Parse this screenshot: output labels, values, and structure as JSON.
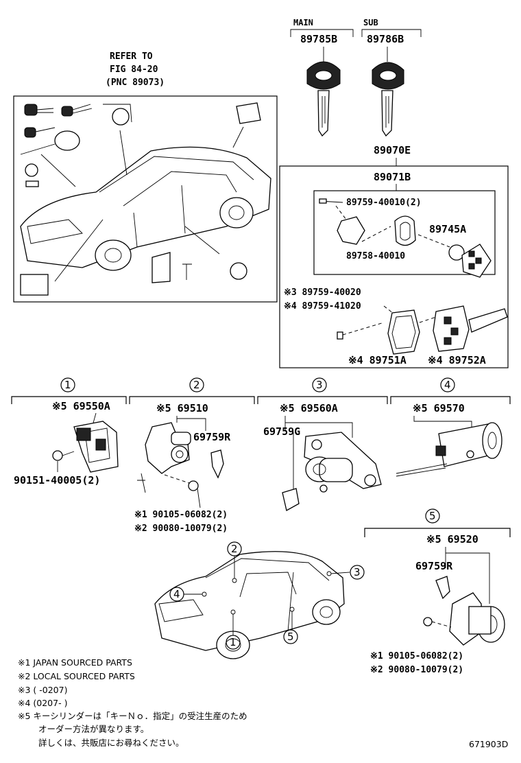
{
  "main_label": "MAIN",
  "sub_label": "SUB",
  "parts": {
    "key_main": "89785B",
    "key_sub": "89786B",
    "transmitter_set": "89070E",
    "transmitter_assy": "89071B",
    "screw_1": "89759-40010(2)",
    "battery": "89745A",
    "case_1": "89758-40010",
    "screw_3": "※3 89759-40020",
    "screw_4": "※4 89759-41020",
    "case_2": "※4 89751A",
    "key_plate": "※4 89752A",
    "lock_1": "※5 69550A",
    "bolt_1": "90151-40005(2)",
    "lock_2": "※5 69510",
    "part_2b": "69759R",
    "bolt_2a": "※1 90105-06082(2)",
    "bolt_2b": "※2 90080-10079(2)",
    "lock_3": "※5 69560A",
    "part_3b": "69759G",
    "lock_4": "※5 69570",
    "lock_5": "※5 69520",
    "part_5b": "69759R",
    "bolt_5a": "※1 90105-06082(2)",
    "bolt_5b": "※2 90080-10079(2)"
  },
  "refer": {
    "line1": "REFER TO",
    "line2": "FIG 84-20",
    "line3": "(PNC 89073)"
  },
  "circles": [
    "1",
    "2",
    "3",
    "4",
    "5"
  ],
  "notes": [
    "※1 JAPAN SOURCED PARTS",
    "※2 LOCAL SOURCED PARTS",
    "※3 (     -0207)",
    "※4 (0207-     )",
    "※5 キーシリンダーは「キーＮｏ．指定」の受注生産のため",
    "オーダー方法が異なります。",
    "詳しくは、共販店にお尋ねください。"
  ],
  "diagram_code": "671903D"
}
